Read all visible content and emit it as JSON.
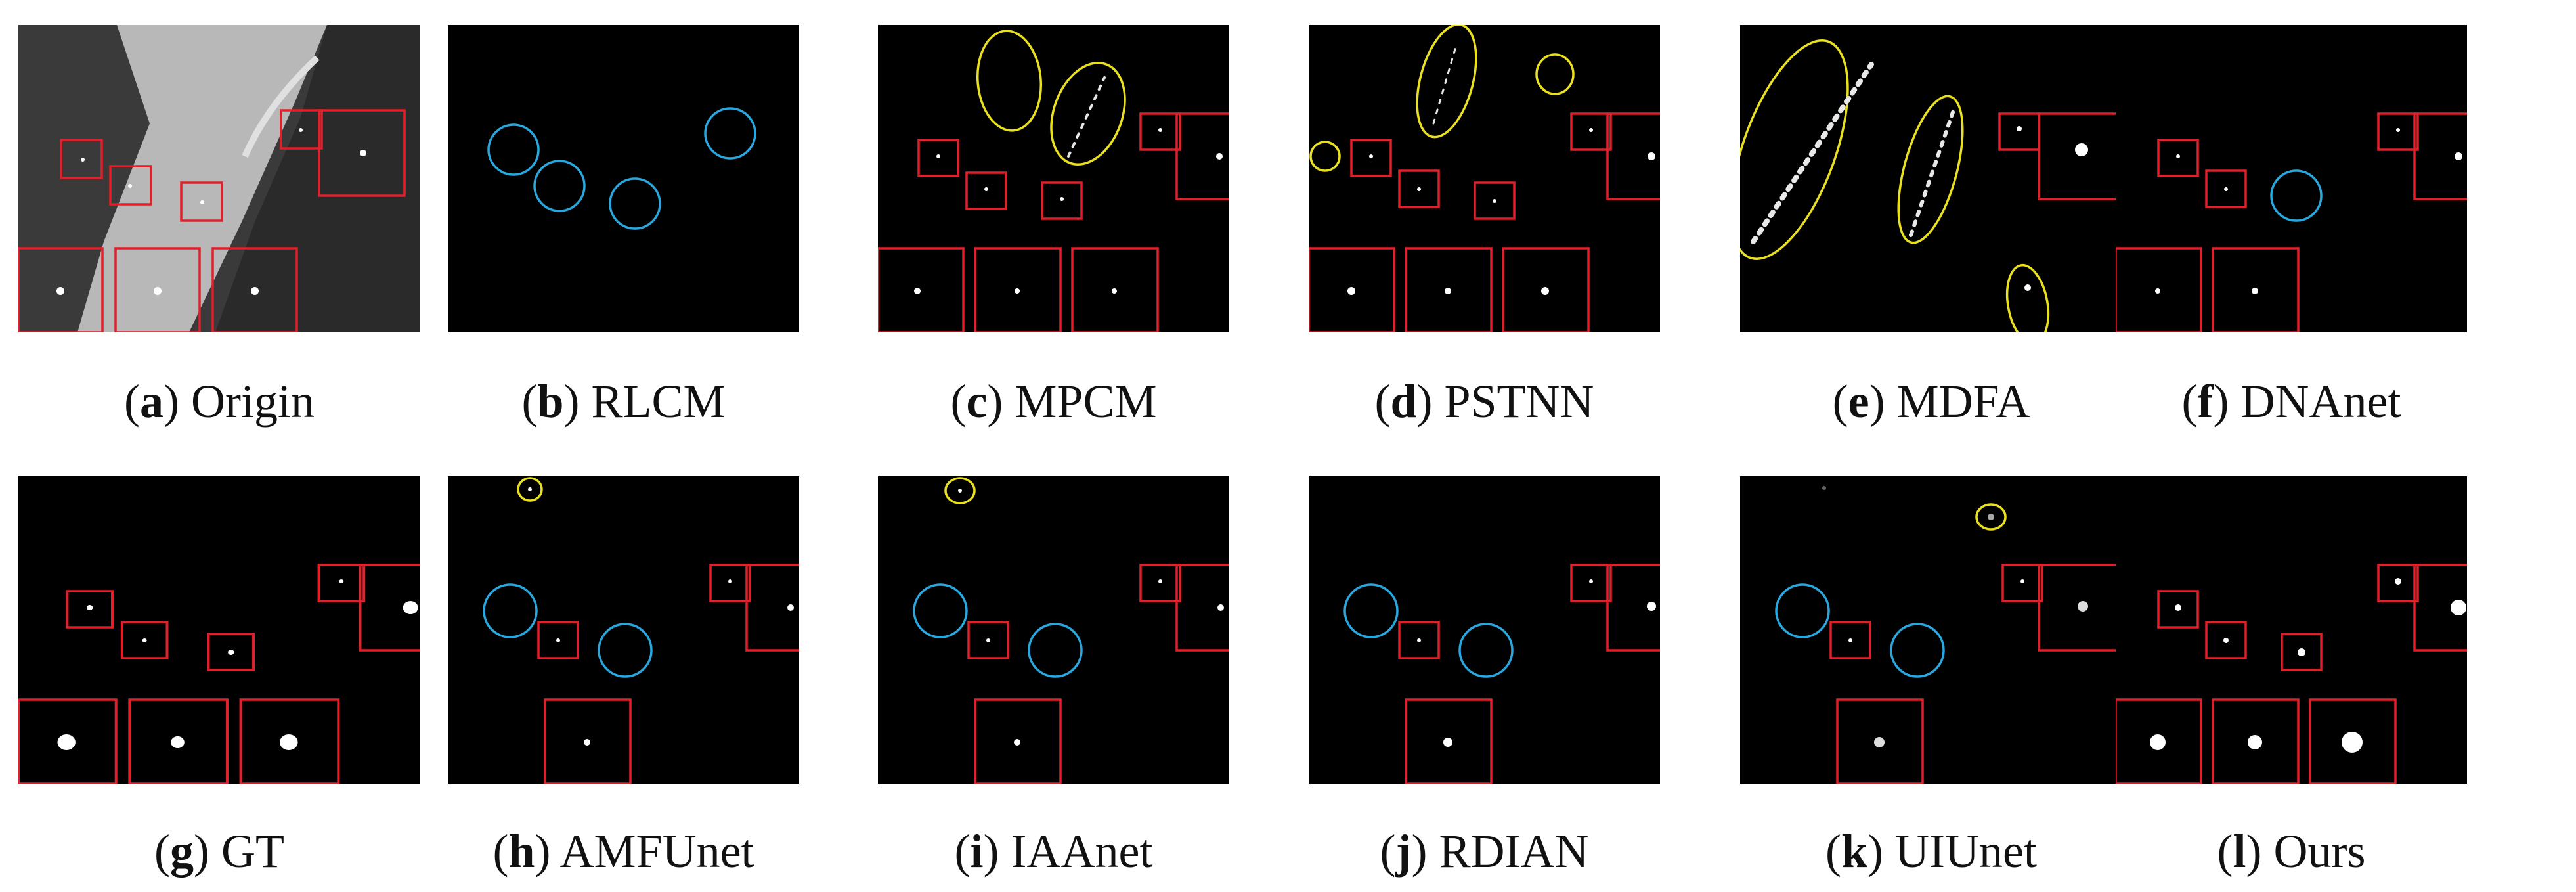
{
  "figure": {
    "panels": [
      {
        "key": "a",
        "method": "Origin"
      },
      {
        "key": "b",
        "method": "RLCM"
      },
      {
        "key": "c",
        "method": "MPCM"
      },
      {
        "key": "d",
        "method": "PSTNN"
      },
      {
        "key": "e",
        "method": "MDFA"
      },
      {
        "key": "f",
        "method": "DNAnet"
      },
      {
        "key": "g",
        "method": "GT"
      },
      {
        "key": "h",
        "method": "AMFUnet"
      },
      {
        "key": "i",
        "method": "IAAnet"
      },
      {
        "key": "j",
        "method": "RDIAN"
      },
      {
        "key": "k",
        "method": "UIUnet"
      },
      {
        "key": "l",
        "method": "Ours"
      }
    ],
    "colors": {
      "background": "#000000",
      "target_box": "#e0202a",
      "missed_detection": "#29a8e0",
      "false_alarm": "#e8e020",
      "caption_text": "#111111"
    },
    "legend_semantics": {
      "red_box": "target region (with magnified inset)",
      "blue_circle": "missed target",
      "yellow_ellipse": "false alarm"
    }
  }
}
